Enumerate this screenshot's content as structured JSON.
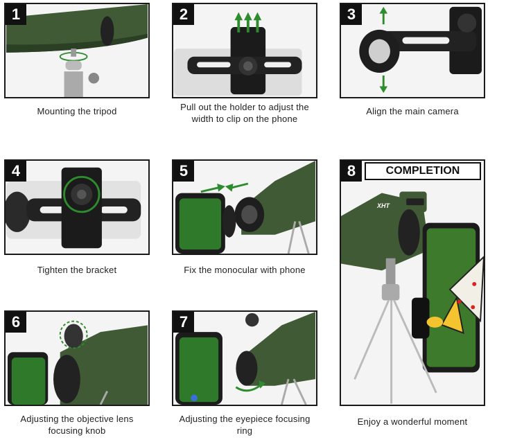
{
  "steps": [
    {
      "number": "1",
      "caption": "Mounting the tripod"
    },
    {
      "number": "2",
      "caption": "Pull out the holder to adjust the width to clip on the phone"
    },
    {
      "number": "3",
      "caption": "Align the main camera"
    },
    {
      "number": "4",
      "caption": "Tighten the bracket"
    },
    {
      "number": "5",
      "caption": "Fix the monocular with phone"
    },
    {
      "number": "6",
      "caption": "Adjusting the objective lens focusing knob"
    },
    {
      "number": "7",
      "caption": "Adjusting the eyepiece focusing ring"
    },
    {
      "number": "8",
      "caption": "Enjoy a wonderful moment",
      "tag": "COMPLETION",
      "brand": "XHT"
    }
  ],
  "colors": {
    "monocular_green": "#3f5a34",
    "arrow_green": "#2e8b2e",
    "frame": "#111111"
  }
}
